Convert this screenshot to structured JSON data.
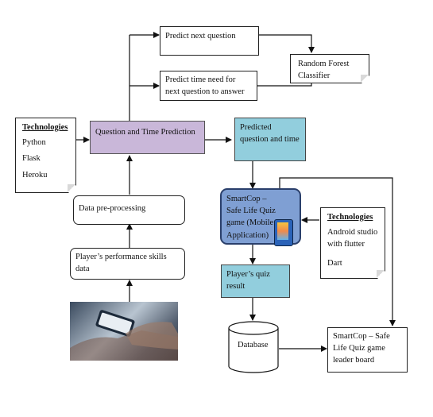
{
  "nodes": {
    "predict_next": "Predict next question",
    "random_forest": "Random Forest Classifier",
    "predict_time": "Predict time need for next question to answer",
    "question_time": "Question and Time Prediction",
    "predicted": "Predicted question and time",
    "smartcop_app": "SmartCop – Safe Life Quiz game (Mobile Application)",
    "data_preprocessing": "Data pre-processing",
    "performance_data": "Player’s performance skills data",
    "quiz_result": "Player’s quiz result",
    "database": "Database",
    "leaderboard": "SmartCop – Safe Life Quiz game leader board"
  },
  "tech_left": {
    "title": "Technologies",
    "items": [
      "Python",
      "Flask",
      "Heroku"
    ]
  },
  "tech_right": {
    "title": "Technologies",
    "items": [
      "Android studio with flutter",
      "Dart"
    ]
  },
  "colors": {
    "purple": "#c9b7d9",
    "teal": "#92cedd",
    "blue": "#7f9fd3"
  },
  "icons": {
    "photo": "hand-holding-phone-photo",
    "app_icon": "mobile-app-screenshot-icon"
  }
}
